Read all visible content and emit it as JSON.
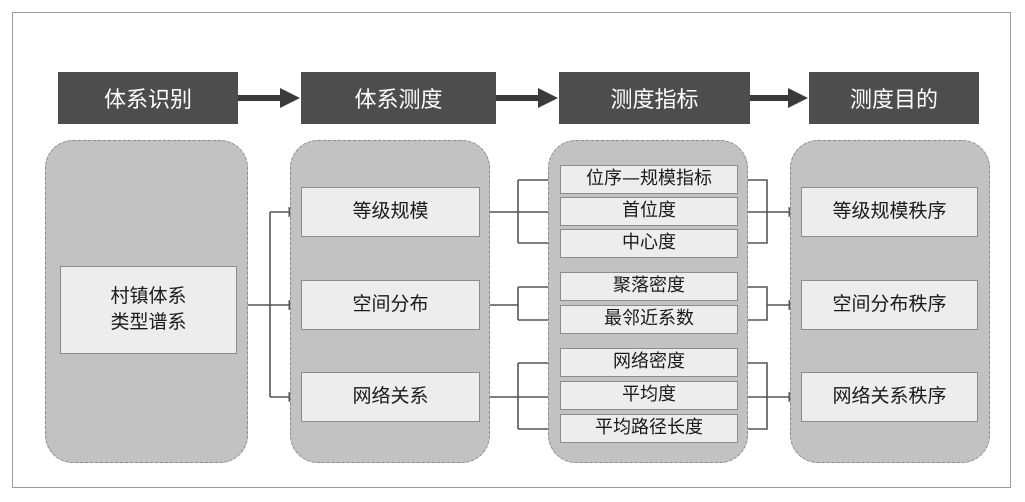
{
  "headers": [
    "体系识别",
    "体系测度",
    "测度指标",
    "测度目的"
  ],
  "identify": {
    "line1": "村镇体系",
    "line2": "类型谱系"
  },
  "dimensions": [
    "等级规模",
    "空间分布",
    "网络关系"
  ],
  "indicators": [
    "位序—规模指标",
    "首位度",
    "中心度",
    "聚落密度",
    "最邻近系数",
    "网络密度",
    "平均度",
    "平均路径长度"
  ],
  "goals": [
    "等级规模秩序",
    "空间分布秩序",
    "网络关系秩序"
  ],
  "colors": {
    "header": "#4d4d4d",
    "panel": "#c2c2c2",
    "box": "#ededed",
    "line": "#555555"
  }
}
